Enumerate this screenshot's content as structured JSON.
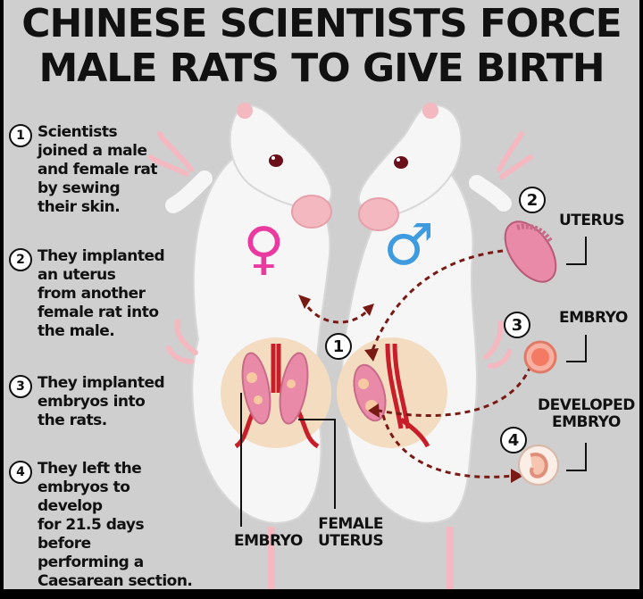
{
  "title_line1": "CHINESE SCIENTISTS FORCE",
  "title_line2": "MALE RATS TO GIVE BIRTH",
  "steps": [
    {
      "num": "1",
      "text": "Scientists\njoined a male\nand female rat\nby sewing\ntheir skin."
    },
    {
      "num": "2",
      "text": "They implanted\nan uterus\nfrom another\nfemale rat into\nthe male."
    },
    {
      "num": "3",
      "text": "They implanted\nembryos into\nthe rats."
    },
    {
      "num": "4",
      "text": "They left the\nembryos to develop\nfor 21.5 days before\nperforming a\nCaesarean section."
    }
  ],
  "labels": {
    "uterus": "UTERUS",
    "embryo_right": "EMBRYO",
    "developed_embryo": "DEVELOPED\nEMBRYO",
    "embryo_bottom": "EMBRYO",
    "female_uterus": "FEMALE\nUTERUS"
  },
  "diagram_numbers": {
    "join": "1",
    "uterus": "2",
    "embryo": "3",
    "developed": "4"
  },
  "symbols": {
    "female": "♀",
    "male": "♂"
  },
  "colors": {
    "background": "#cfcfcf",
    "rat_body": "#f6f6f6",
    "rat_outline": "#d8d8d8",
    "ear_pink": "#f4b8c0",
    "female_symbol": "#ea3aa0",
    "male_symbol": "#3f9be0",
    "organ_pink": "#e88aa8",
    "artery_red": "#c81e2a",
    "arrow": "#7a1a14",
    "belly_circle": "#f3dcc0"
  }
}
